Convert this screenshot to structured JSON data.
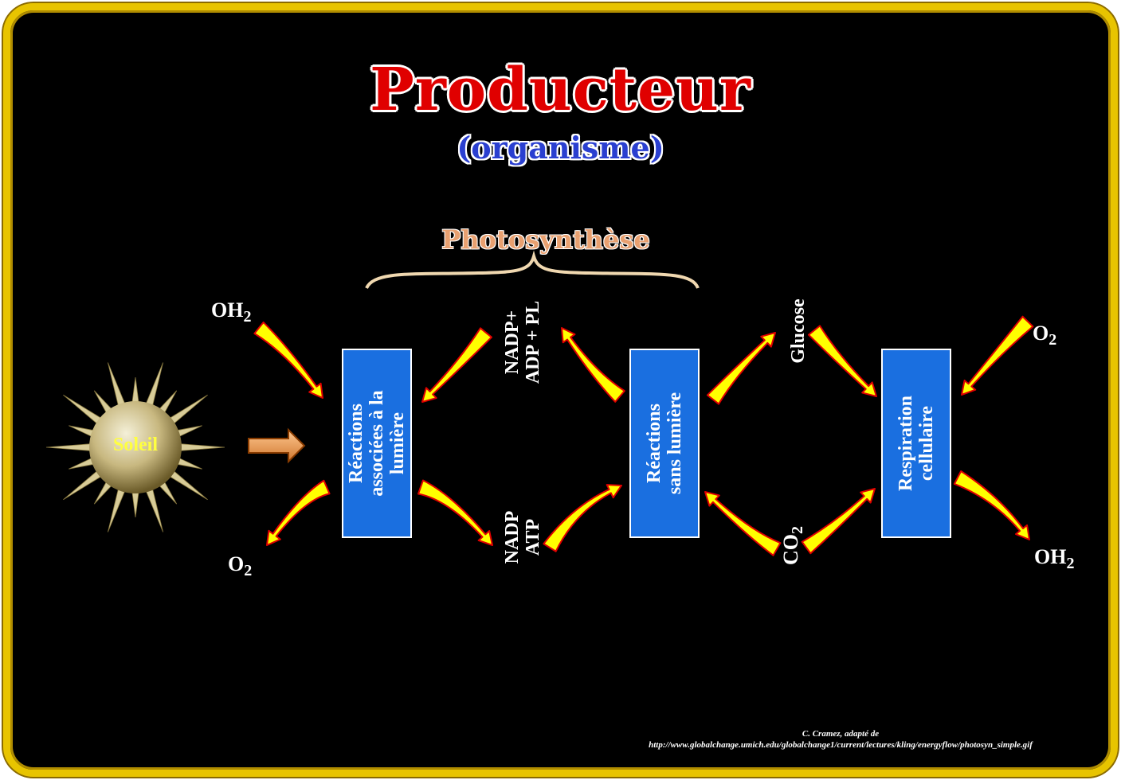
{
  "title": "Producteur",
  "subtitle": "(organisme)",
  "bracket_label": "Photosynthèse",
  "sun_label": "Soleil",
  "boxes": {
    "light": "Réactions\nassociées à la\nlumière",
    "dark": "Réactions\nsans lumière",
    "respiration": "Respiration\ncellulaire"
  },
  "labels": {
    "oh2_in": "OH",
    "oh2_in_sub": "2",
    "o2_out": "O",
    "o2_out_sub": "2",
    "nadp_plus": "NADP+\nADP + PL",
    "nadp_atp": "NADP\nATP",
    "glucose": "Glucose",
    "co2": "CO",
    "co2_sub": "2",
    "o2_in_right": "O",
    "o2_in_right_sub": "2",
    "oh2_out_right": "OH",
    "oh2_out_right_sub": "2"
  },
  "credit": {
    "line1": "C. Cramez, adapté de",
    "line2": "http://www.globalchange.umich.edu/globalchange1/current/lectures/kling/energyflow/photosyn_simple.gif"
  },
  "colors": {
    "frame": "#e8c400",
    "title": "#e00000",
    "subtitle": "#2a3fd0",
    "box": "#1a6fe0",
    "arrow_fill": "#ffff00",
    "arrow_edge": "#e00000"
  }
}
